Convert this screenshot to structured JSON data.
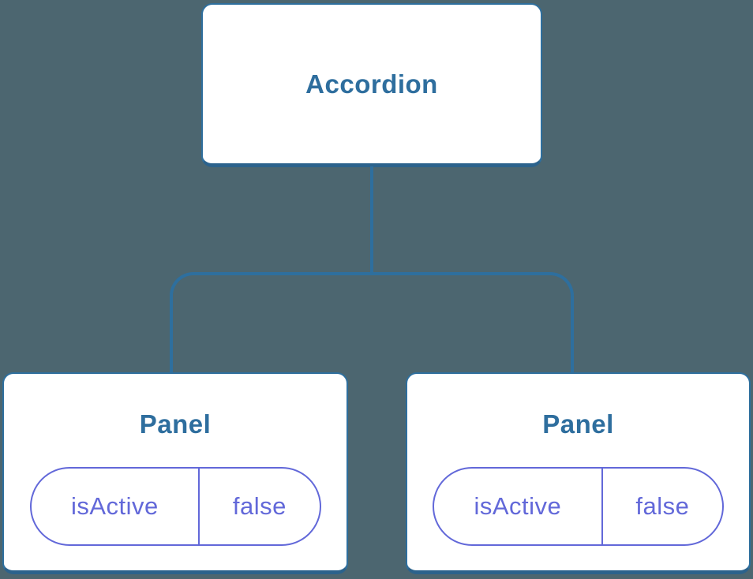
{
  "diagram": {
    "root": {
      "label": "Accordion"
    },
    "panels": [
      {
        "label": "Panel",
        "prop": {
          "name": "isActive",
          "value": "false"
        }
      },
      {
        "label": "Panel",
        "prop": {
          "name": "isActive",
          "value": "false"
        }
      }
    ],
    "colors": {
      "background": "#4C6670",
      "connector": "#2E6F9E",
      "node_fill": "#FFFFFF",
      "node_border": "#2E6F9E",
      "node_border_bottom": "#2B628C",
      "title_text": "#2E6E9E",
      "state_pill": "#6268D9"
    }
  }
}
